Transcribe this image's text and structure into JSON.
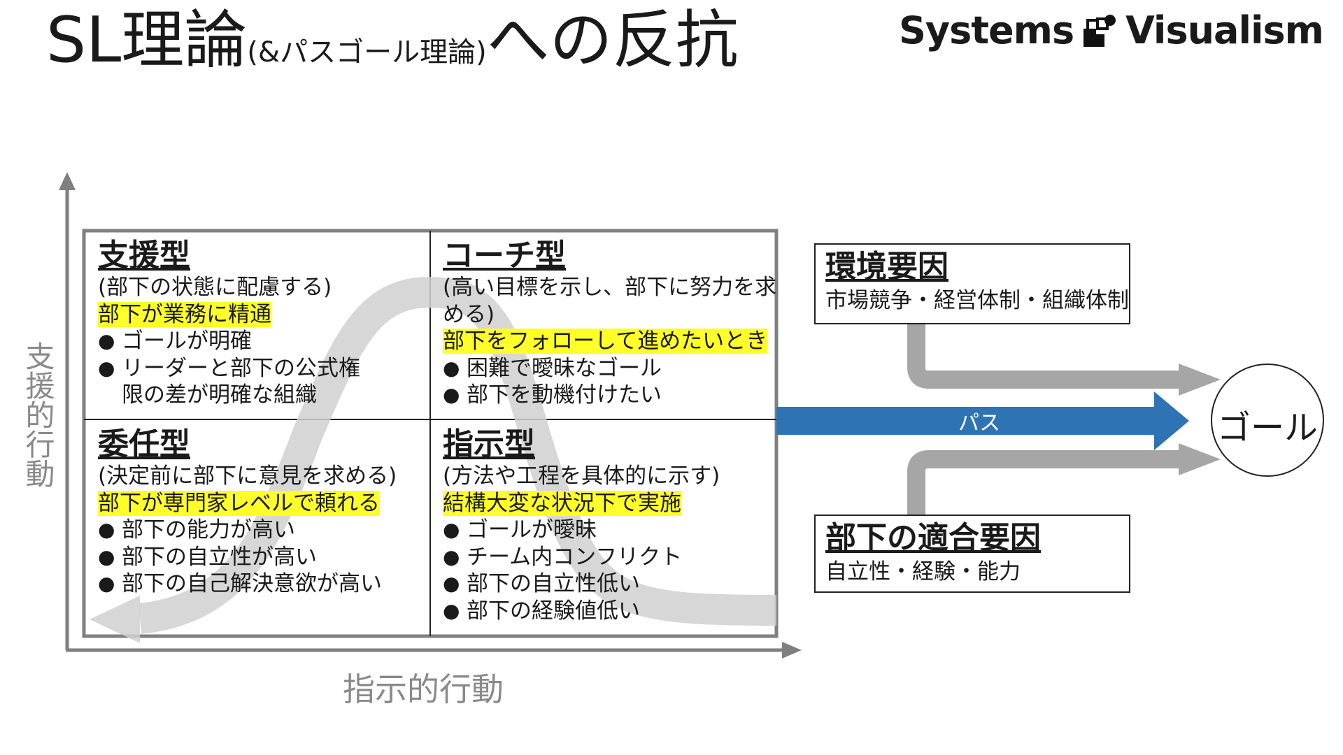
{
  "title": {
    "main_prefix": "SL理論",
    "main_paren": "(&パスゴール理論)",
    "main_suffix": "への反抗"
  },
  "brand": {
    "left": "Systems",
    "right": "Visualism"
  },
  "axes": {
    "y_label": "支援的行動",
    "x_label": "指示的行動"
  },
  "quadrants": {
    "top_left": {
      "title": "支援型",
      "desc": [
        "(部下の状態に配慮する)"
      ],
      "highlight": "部下が業務に精通",
      "bullets": [
        "ゴールが明確",
        "リーダーと部下の公式権限の差が明確な組織"
      ]
    },
    "top_right": {
      "title": "コーチ型",
      "desc": [
        "(高い目標を示し、部下に努力を求",
        "める)"
      ],
      "highlight": "部下をフォローして進めたいとき",
      "bullets": [
        "困難で曖昧なゴール",
        "部下を動機付けたい"
      ]
    },
    "bottom_left": {
      "title": "委任型",
      "desc": [
        "(決定前に部下に意見を求める)"
      ],
      "highlight": "部下が専門家レベルで頼れる",
      "bullets": [
        "部下の能力が高い",
        "部下の自立性が高い",
        "部下の自己解決意欲が高い"
      ]
    },
    "bottom_right": {
      "title": "指示型",
      "desc": [
        "(方法や工程を具体的に示す)"
      ],
      "highlight": "結構大変な状況下で実施",
      "bullets": [
        "ゴールが曖昧",
        "チーム内コンフリクト",
        "部下の自立性低い",
        "部下の経験値低い"
      ]
    }
  },
  "factors": {
    "environment": {
      "title": "環境要因",
      "sub": "市場競争・経営体制・組織体制"
    },
    "subordinate": {
      "title": "部下の適合要因",
      "sub": "自立性・経験・能力"
    }
  },
  "path": {
    "label": "パス"
  },
  "goal": {
    "label": "ゴール"
  },
  "colors": {
    "path_arrow": "#2e74b5",
    "gray_arrow": "#a6a6a6",
    "curve": "#d9d9d9",
    "highlight": "#ffff2a",
    "axis": "#7f7f7f"
  }
}
